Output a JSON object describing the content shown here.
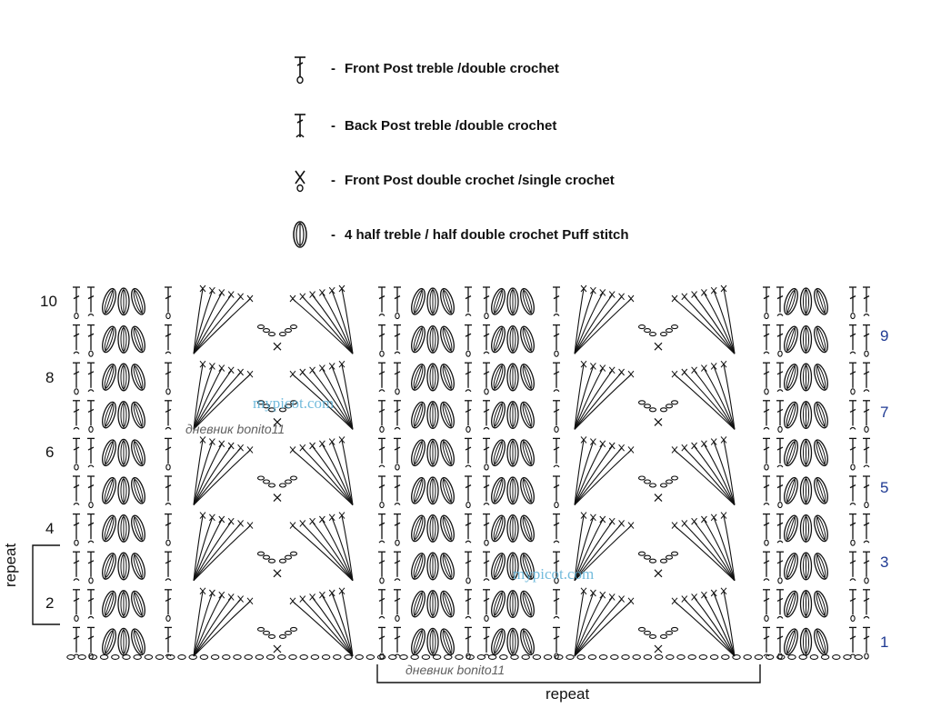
{
  "legend": [
    {
      "symbol": "fp-treble-icon",
      "text": "Front Post treble /double crochet"
    },
    {
      "symbol": "bp-treble-icon",
      "text": "Back Post treble /double crochet"
    },
    {
      "symbol": "fp-dc-icon",
      "text": "Front Post double crochet /single crochet"
    },
    {
      "symbol": "puff-stitch-icon",
      "text": "4 half treble / half double crochet Puff stitch"
    }
  ],
  "legend_dash": "-",
  "rows": {
    "left_labels": [
      "10",
      "8",
      "6",
      "4",
      "2"
    ],
    "right_labels": [
      "9",
      "7",
      "5",
      "3",
      "1"
    ]
  },
  "repeat_labels": {
    "vertical": "repeat",
    "horizontal": "repeat"
  },
  "watermarks": {
    "site_1": "mypicot.com",
    "site_2": "mypicot.com",
    "diary_1": "дневник bonito11",
    "diary_2": "дневник bonito11"
  },
  "colors": {
    "ink": "#111111",
    "right_row_numbers": "#1f3a93",
    "watermark_blue": "#5bb0d6"
  }
}
